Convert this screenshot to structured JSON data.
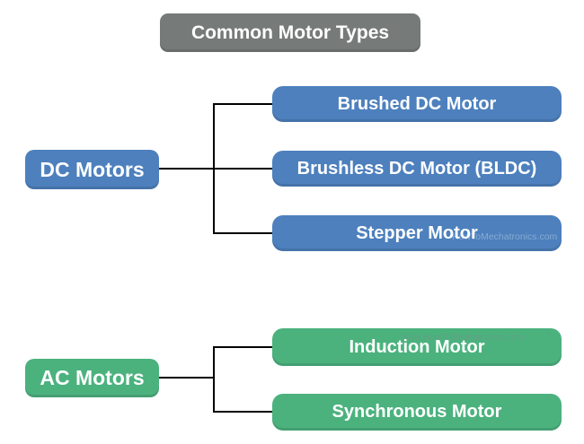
{
  "diagram": {
    "title": "Common Motor Types",
    "groups": [
      {
        "parent": "DC Motors",
        "children": [
          {
            "label": "Brushed DC Motor"
          },
          {
            "label": "Brushless DC Motor (BLDC)"
          },
          {
            "label": "Stepper Motor"
          }
        ]
      },
      {
        "parent": "AC Motors",
        "children": [
          {
            "label": "Induction Motor"
          },
          {
            "label": "Synchronous Motor"
          }
        ]
      }
    ],
    "watermarks": [
      {
        "text": "HowToMechatronics.com"
      },
      {
        "text": "www.HowToMechatronics.com"
      }
    ],
    "colors": {
      "title_bg": "#767a79",
      "dc_box_bg": "#4d80bd",
      "ac_box_bg": "#4bb27e",
      "box_text": "#ffffff",
      "connector": "#000000",
      "background": "#ffffff"
    }
  }
}
